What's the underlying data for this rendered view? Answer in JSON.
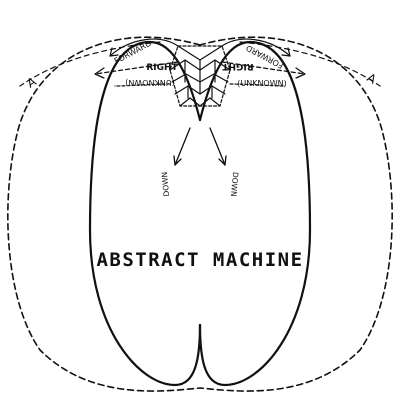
{
  "diagram": {
    "title": "ABSTRACT MACHINE",
    "labels": {
      "forward_left": "FORWARD",
      "forward_right": "FORWARD",
      "right_left": "RIGHT",
      "right_right": "RIGHT",
      "unknown_left": "(UNKNOWN)",
      "unknown_right": "(UNKNOWN)",
      "down_left": "DOWN",
      "down_right": "DOWN",
      "a_left": "A",
      "a_right": "A"
    }
  }
}
